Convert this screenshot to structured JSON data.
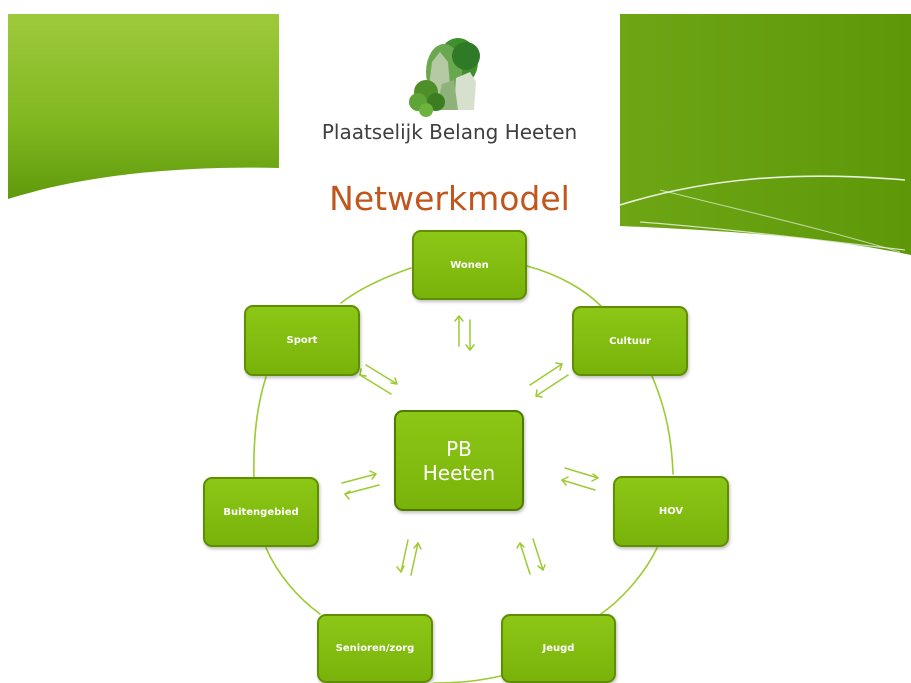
{
  "logo": {
    "name": "Plaatselijk Belang Heeten",
    "icon": "village-tree-logo"
  },
  "title": "Netwerkmodel",
  "center_node": {
    "line1": "PB",
    "line2": "Heeten"
  },
  "nodes": [
    "Wonen",
    "Cultuur",
    "HOV",
    "Jeugd",
    "Senioren/zorg",
    "Buitengebied",
    "Sport"
  ],
  "colors": {
    "node_fill": "#80bb0e",
    "node_border": "#5f8e00",
    "connector": "#9ccb32",
    "title": "#c0561c",
    "banner_green": "#7fb71f"
  }
}
